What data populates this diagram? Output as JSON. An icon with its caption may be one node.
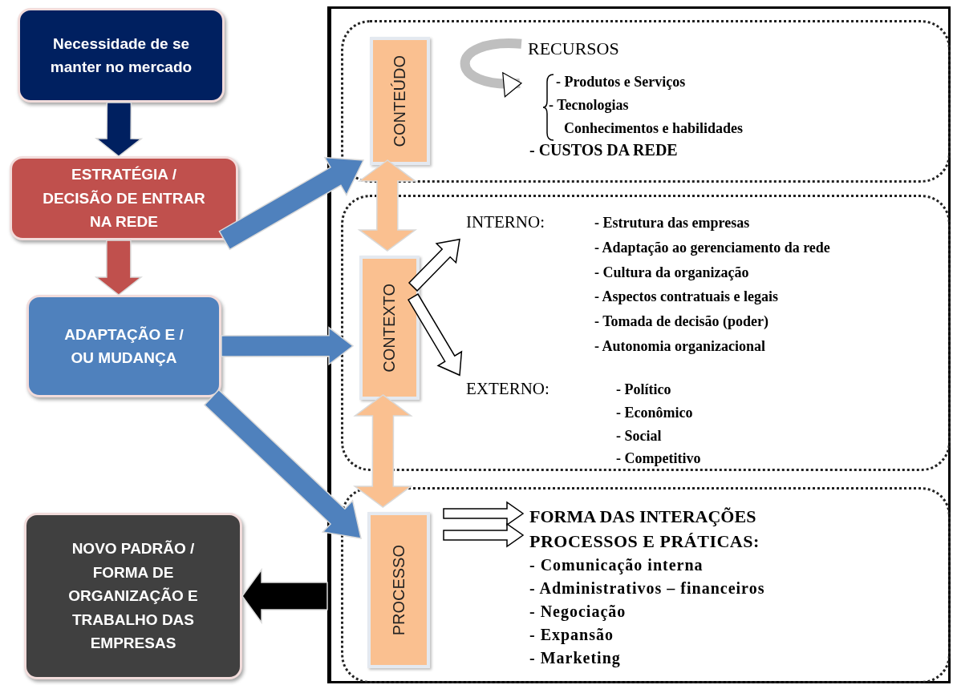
{
  "diagram": {
    "nodes": [
      {
        "text": [
          "Necessidade de se manter no mercado"
        ]
      },
      {
        "text": [
          "ESTRATÉGIA / DECISÃO DE ENTRAR NA REDE"
        ]
      },
      {
        "text": [
          "ADAPTAÇÃO E / OU MUDANÇA"
        ]
      },
      {
        "text": [
          "NOVO PADRÃO / FORMA DE ORGANIZAÇÃO E TRABALHO DAS EMPRESAS"
        ]
      },
      {
        "text": [],
        "shape": "box"
      },
      {
        "text": [],
        "shape": "box",
        "in": 4
      },
      {
        "text": [
          "CONTEÚDO"
        ],
        "in": 5
      },
      {
        "text": [
          "RECURSOS"
        ],
        "in": 5
      },
      {
        "text": [
          "- Produtos e Serviços",
          "- Tecnologias",
          "Conhecimentos e habilidades"
        ],
        "in": 5
      },
      {
        "text": [
          "- CUSTOS DA REDE"
        ],
        "in": 5
      },
      {
        "text": [],
        "shape": "box",
        "in": 4
      },
      {
        "text": [
          "CONTEXTO"
        ],
        "in": 10
      },
      {
        "text": [
          "INTERNO:",
          "- Estrutura das empresas",
          "- Adaptação ao gerenciamento da rede",
          "- Cultura da organização",
          "- Aspectos contratuais e legais",
          "- Tomada de decisão (poder)",
          "- Autonomia organizacional"
        ],
        "in": 10
      },
      {
        "text": [
          "EXTERNO:",
          "- Político",
          "- Econômico",
          "- Social",
          "- Competitivo"
        ],
        "in": 10
      },
      {
        "text": [],
        "shape": "box",
        "in": 4
      },
      {
        "text": [
          "PROCESSO"
        ],
        "in": 14
      },
      {
        "text": [
          "FORMA DAS INTERAÇÕES"
        ],
        "in": 14
      },
      {
        "text": [
          "PROCESSOS E PRÁTICAS:",
          "- Comunicação interna",
          "- Administrativos – financeiros",
          "- Negociação",
          "- Expansão",
          "- Marketing"
        ],
        "in": 14
      }
    ],
    "edges": [
      {
        "from": 0,
        "to": 1,
        "arrow": "to",
        "color": "#002060"
      },
      {
        "from": 1,
        "to": 2,
        "arrow": "to",
        "color": "#c0504d"
      },
      {
        "from": 1,
        "to": 6,
        "arrow": "to",
        "color": "#4f81bd"
      },
      {
        "from": 2,
        "to": 11,
        "arrow": "to",
        "color": "#4f81bd"
      },
      {
        "from": 2,
        "to": 15,
        "arrow": "to",
        "color": "#4f81bd"
      },
      {
        "from": 6,
        "to": 11,
        "arrow": "both",
        "color": "#fac090"
      },
      {
        "from": 11,
        "to": 15,
        "arrow": "both",
        "color": "#fac090"
      },
      {
        "from": 11,
        "to": 12,
        "arrow": "to",
        "color": "#ffffff"
      },
      {
        "from": 11,
        "to": 13,
        "arrow": "to",
        "color": "#ffffff"
      },
      {
        "from": null,
        "to": 16,
        "arrow": "to",
        "color": "#ffffff"
      },
      {
        "from": null,
        "to": 17,
        "arrow": "to",
        "color": "#ffffff"
      },
      {
        "from": 4,
        "to": 3,
        "arrow": "to",
        "color": "#000000"
      },
      {
        "from": 7,
        "to": 8,
        "arrow": "to",
        "color": "#bfbfbf"
      }
    ]
  }
}
